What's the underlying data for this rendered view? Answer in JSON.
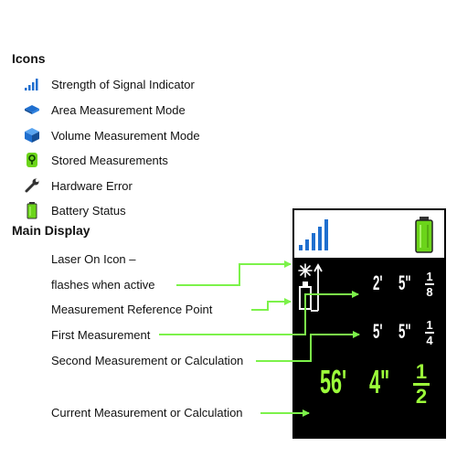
{
  "icons_section": {
    "title": "Icons",
    "items": [
      {
        "icon": "signal-strength-icon",
        "label": "Strength of Signal Indicator"
      },
      {
        "icon": "area-mode-icon",
        "label": "Area Measurement Mode"
      },
      {
        "icon": "volume-mode-icon",
        "label": "Volume Measurement Mode"
      },
      {
        "icon": "stored-measurements-icon",
        "label": "Stored Measurements"
      },
      {
        "icon": "wrench-icon",
        "label": "Hardware Error"
      },
      {
        "icon": "battery-icon",
        "label": "Battery Status"
      }
    ]
  },
  "main_display_section": {
    "title": "Main Display",
    "callouts": [
      "Laser On Icon –",
      "flashes when active",
      "Measurement Reference Point",
      "First Measurement",
      "Second Measurement or Calculation",
      "Current Measurement or Calculation"
    ]
  },
  "display": {
    "first": {
      "feet": "2'",
      "inches": "5\"",
      "num": "1",
      "den": "8"
    },
    "second": {
      "feet": "5'",
      "inches": "5\"",
      "num": "1",
      "den": "4"
    },
    "current": {
      "feet": "56'",
      "inches": "4\"",
      "num": "1",
      "den": "2"
    }
  },
  "colors": {
    "accent_blue": "#1f6fcf",
    "battery_green": "#6bd41a",
    "display_green": "#9cff3a",
    "leader_green": "#7cf24a",
    "display_background": "#000000"
  }
}
